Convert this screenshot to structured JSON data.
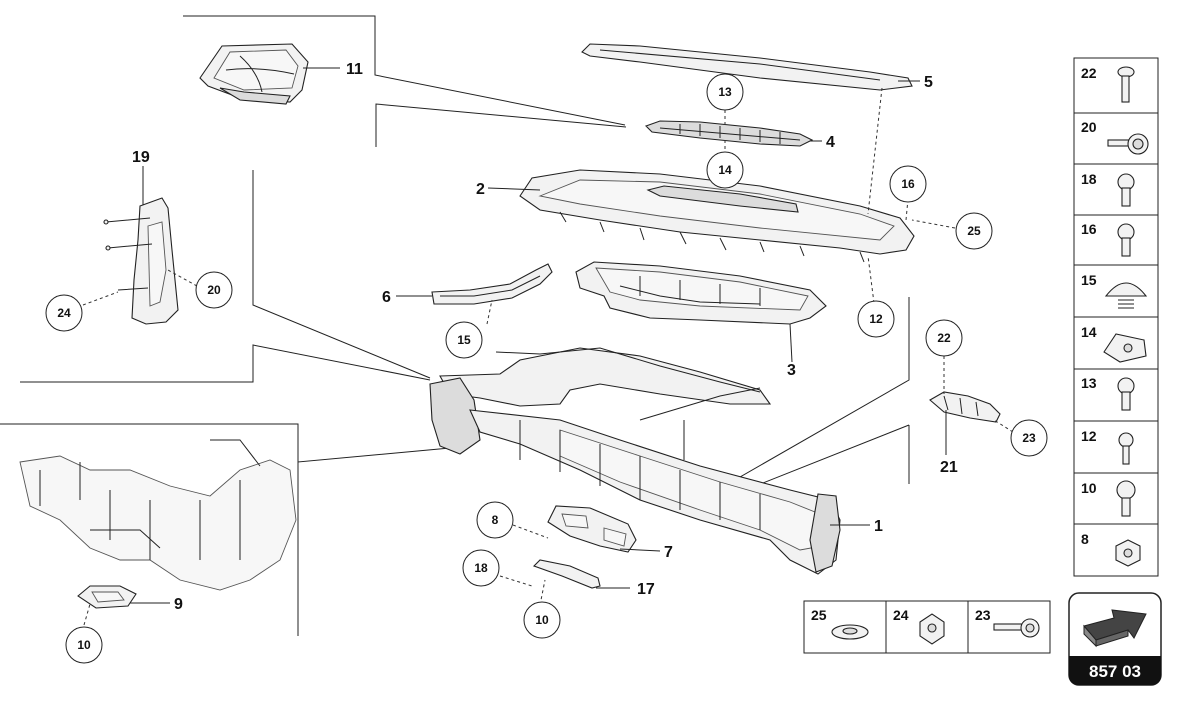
{
  "diagram": {
    "main_labels": {
      "p1": "1",
      "p2": "2",
      "p3": "3",
      "p4": "4",
      "p5": "5",
      "p6": "6",
      "p7": "7",
      "p9": "9",
      "p11": "11",
      "p17": "17",
      "p19": "19",
      "p21": "21"
    },
    "circle_labels": {
      "c8": "8",
      "c10a": "10",
      "c10b": "10",
      "c12": "12",
      "c13": "13",
      "c14": "14",
      "c15": "15",
      "c16": "16",
      "c18": "18",
      "c20": "20",
      "c22": "22",
      "c23": "23",
      "c24": "24",
      "c25": "25"
    }
  },
  "fastener_table_right": [
    "22",
    "20",
    "18",
    "16",
    "15",
    "14",
    "13",
    "12",
    "10",
    "8"
  ],
  "fastener_table_bottom": [
    "25",
    "24",
    "23"
  ],
  "page_number": "857 03"
}
